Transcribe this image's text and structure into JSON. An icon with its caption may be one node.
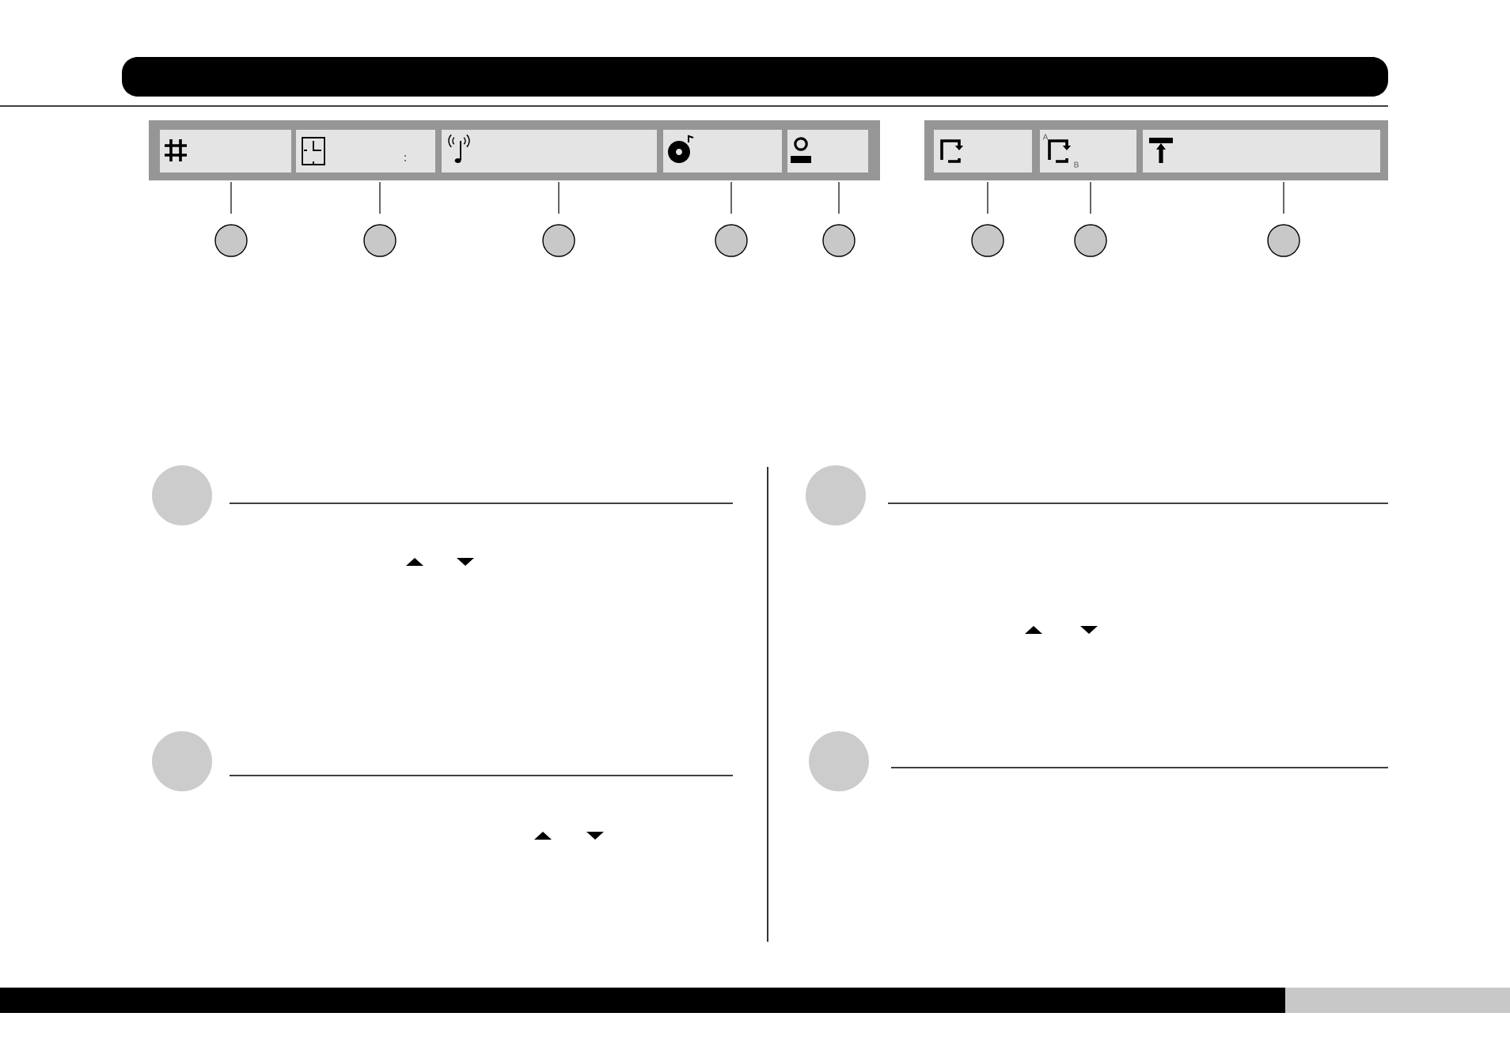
{
  "diagram": {
    "nodes": [
      {
        "text": [],
        "shape": "bar"
      },
      {
        "text": [],
        "shape": "box"
      },
      {
        "text": [],
        "shape": "box",
        "in": 1
      },
      {
        "text": [
          ":"
        ],
        "in": 1
      },
      {
        "text": [],
        "shape": "box",
        "in": 1
      },
      {
        "text": [],
        "shape": "box",
        "in": 1
      },
      {
        "text": [],
        "shape": "box",
        "in": 1
      },
      {
        "text": [],
        "shape": "box"
      },
      {
        "text": [],
        "shape": "box",
        "in": 7
      },
      {
        "text": [
          "A",
          "B"
        ],
        "in": 7
      },
      {
        "text": [],
        "shape": "box",
        "in": 7
      },
      {
        "text": [],
        "shape": "circle"
      },
      {
        "text": [],
        "shape": "circle"
      },
      {
        "text": [],
        "shape": "circle"
      },
      {
        "text": [],
        "shape": "circle"
      },
      {
        "text": [],
        "shape": "circle"
      },
      {
        "text": [],
        "shape": "circle"
      },
      {
        "text": [],
        "shape": "circle"
      },
      {
        "text": [],
        "shape": "circle"
      },
      {
        "text": [],
        "shape": "circle"
      },
      {
        "text": [],
        "shape": "circle"
      },
      {
        "text": [],
        "shape": "circle"
      },
      {
        "text": [],
        "shape": "circle"
      }
    ],
    "edges": [
      {
        "from": 11,
        "to": 2,
        "arrow": "none"
      },
      {
        "from": 12,
        "to": 3,
        "arrow": "none"
      },
      {
        "from": 13,
        "to": 4,
        "arrow": "none"
      },
      {
        "from": 14,
        "to": 5,
        "arrow": "none"
      },
      {
        "from": 15,
        "to": 6,
        "arrow": "none"
      },
      {
        "from": 16,
        "to": 8,
        "arrow": "none"
      },
      {
        "from": 17,
        "to": 9,
        "arrow": "none"
      },
      {
        "from": 18,
        "to": 10,
        "arrow": "none"
      }
    ]
  }
}
